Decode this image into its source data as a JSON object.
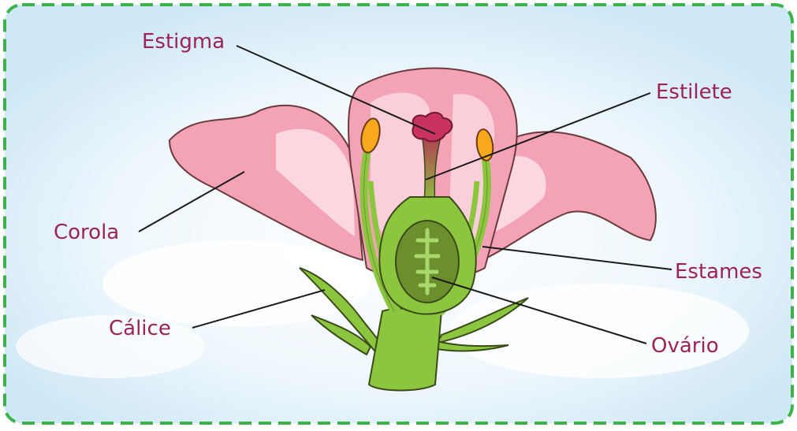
{
  "colors": {
    "label": "#9c2257",
    "frame_dash": "#3cb34a",
    "petal": "#f4a3b7",
    "petal_light": "#fbd7e0",
    "stem": "#8cc63f",
    "ovary": "#6b8f2c",
    "anther": "#f7a81b",
    "stigma": "#c8325f"
  },
  "labels": {
    "estigma": "Estigma",
    "estilete": "Estilete",
    "corola": "Corola",
    "estames": "Estames",
    "calice": "Cálice",
    "ovario": "Ovário"
  }
}
